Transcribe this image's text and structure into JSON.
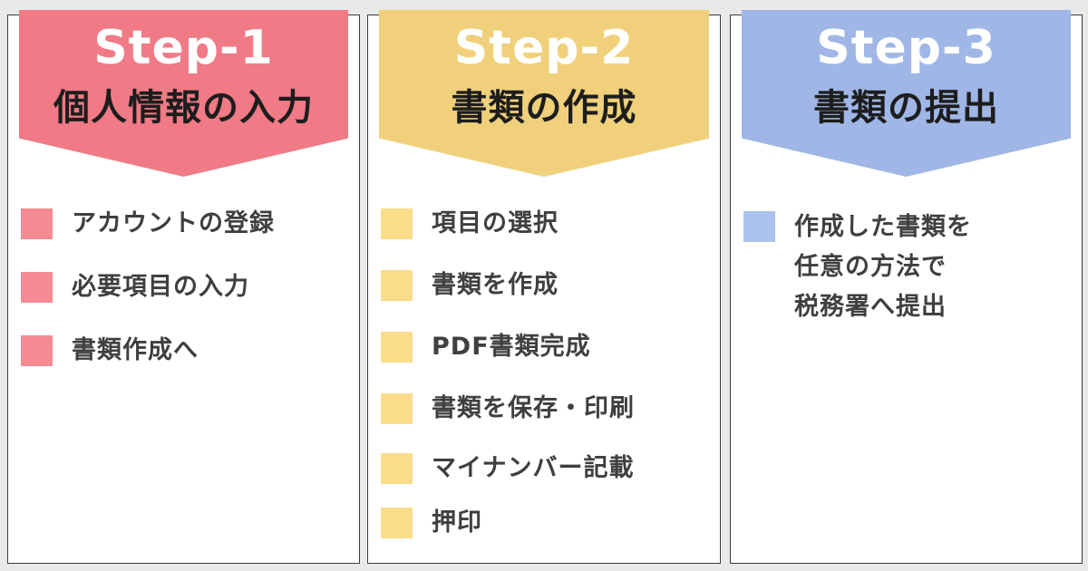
{
  "steps": [
    {
      "step": "Step-1",
      "title": "個人情報の入力",
      "banner_color": "#f07a85",
      "bullet_color": "#f58a93",
      "items": [
        "アカウントの登録",
        "必要項目の入力",
        "書類作成へ"
      ]
    },
    {
      "step": "Step-2",
      "title": "書類の作成",
      "banner_color": "#f0d07a",
      "bullet_color": "#fadc8a",
      "items": [
        "項目の選択",
        "書類を作成",
        "PDF書類完成",
        "書類を保存・印刷",
        "マイナンバー記載",
        "押印"
      ]
    },
    {
      "step": "Step-3",
      "title": "書類の提出",
      "banner_color": "#9fb6e6",
      "bullet_color": "#aac2ee",
      "items": [
        {
          "lines": [
            "作成した書類を",
            "任意の方法で",
            "税務署へ提出"
          ]
        }
      ]
    }
  ]
}
